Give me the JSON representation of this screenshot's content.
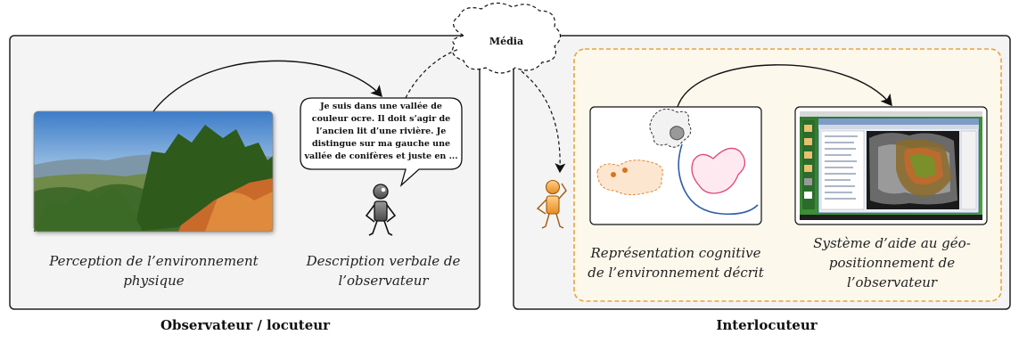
{
  "media_label": "Média",
  "left_panel": {
    "bottom_label": "Observateur / locuteur",
    "caption_perception": [
      "Perception de l’environnement",
      "physique"
    ],
    "caption_description": [
      "Description verbale de",
      "l’observateur"
    ],
    "speech_text": [
      "Je suis dans une vallée de",
      "couleur ocre. Il doit s’agir de",
      "l’ancien lit d’une rivière. Je",
      "distingue sur ma gauche une",
      "vallée de conifères et juste en ..."
    ]
  },
  "right_panel": {
    "bottom_label": "Interlocuteur",
    "caption_cognitive": [
      "Représentation cognitive",
      "de l’environnement décrit"
    ],
    "caption_system": [
      "Système d’aide au géo-",
      "positionnement de",
      "l’observateur"
    ]
  },
  "colors": {
    "panel_bg": "#f4f4f4",
    "dashed_border": "#e8a33a",
    "inner_highlight": "#fdf8ec",
    "pink_blob": "#e0457b",
    "blue_river": "#2f5fa8",
    "orange_blob": "#e0883a",
    "orange_figure": "#f0a040"
  }
}
